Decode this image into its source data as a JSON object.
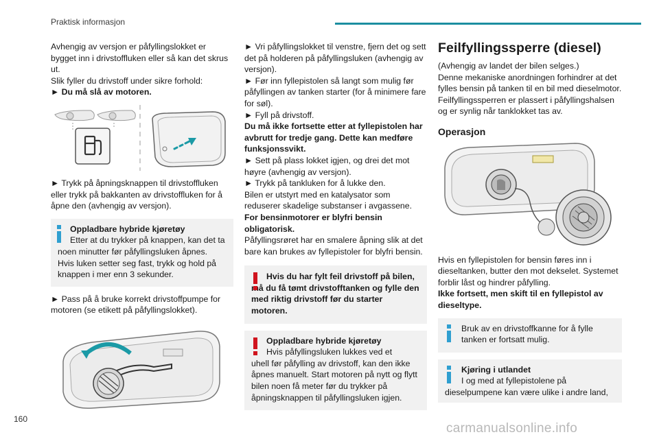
{
  "header": {
    "title": "Praktisk informasjon"
  },
  "page_number": "160",
  "watermark": "carmanualsonline.info",
  "col1": {
    "p1": "Avhengig av versjon er påfyllingslokket er bygget inn i drivstoffluken eller så kan det skrus ut.",
    "p2": "Slik fyller du drivstoff under sikre forhold:",
    "p3": "► Du må slå av motoren.",
    "p4": "► Trykk på åpningsknappen til drivstoffluken eller trykk på bakkanten av drivstoffluken for å åpne den (avhengig av versjon).",
    "note": {
      "title": "Oppladbare hybride kjøretøy",
      "line1": "Etter at du trykker på knappen, kan det ta noen minutter før påfyllingsluken åpnes.",
      "line2": "Hvis luken setter seg fast, trykk og hold på knappen i mer enn 3 sekunder."
    },
    "p5": "► Pass på å bruke korrekt drivstoffpumpe for motoren (se etikett på påfyllingslokket)."
  },
  "col2": {
    "p1": "► Vri påfyllingslokket til venstre, fjern det og sett det på holderen på påfyllingsluken (avhengig av versjon).",
    "p2": "► Før inn fyllepistolen så langt som mulig før påfyllingen av tanken starter (for å minimere fare for søl).",
    "p3": "► Fyll på drivstoff.",
    "p4": "Du må ikke fortsette etter at fyllepistolen har avbrutt for tredje gang. Dette kan medføre funksjonssvikt.",
    "p5": "► Sett på plass lokket igjen, og drei det mot høyre (avhengig av versjon).",
    "p6": "► Trykk på tankluken for å lukke den.",
    "p7": "Bilen er utstyrt med en katalysator som reduserer skadelige substanser i avgassene.",
    "p8": "For bensinmotorer er blyfri bensin obligatorisk.",
    "p9": "Påfyllingsrøret har en smalere åpning slik at det bare kan brukes av fyllepistoler for blyfri bensin.",
    "warn1": "Hvis du har fylt feil drivstoff på bilen, må du få tømt drivstofftanken og fylle den med riktig drivstoff før du starter motoren.",
    "warn2": {
      "title": "Oppladbare hybride kjøretøy",
      "line1": "Hvis påfyllingsluken lukkes ved et",
      "rest": "uhell før påfylling av drivstoff, kan den ikke åpnes manuelt. Start motoren på nytt og flytt bilen noen få meter før du trykker på åpningsknappen til påfyllingsluken igjen."
    }
  },
  "col3": {
    "title": "Feilfyllingssperre (diesel)",
    "p1": "(Avhengig av landet der bilen selges.)",
    "p2": "Denne mekaniske anordningen forhindrer at det fylles bensin på tanken til en bil med dieselmotor. Feilfyllingssperren er plassert i påfyllingshalsen og er synlig når tanklokket tas av.",
    "subtitle": "Operasjon",
    "p3": "Hvis en fyllepistolen for bensin føres inn i dieseltanken, butter den mot dekselet. Systemet forblir låst og hindrer påfylling.",
    "p4": "Ikke fortsett, men skift til en fyllepistol av dieseltype.",
    "info1": "Bruk av en drivstoffkanne for å fylle tanken er fortsatt mulig.",
    "info2": {
      "title": "Kjøring i utlandet",
      "line1": "I og med at fyllepistolene på",
      "rest": "dieselpumpene kan være ulike i andre land,"
    }
  },
  "colors": {
    "accent": "#1b8ea0",
    "info_mark": "#2f9fd0",
    "warning_mark": "#d0141e",
    "note_bg": "#f1f1f1"
  },
  "icons": [
    "fuel-pump-icon",
    "info-icon",
    "warning-icon"
  ]
}
